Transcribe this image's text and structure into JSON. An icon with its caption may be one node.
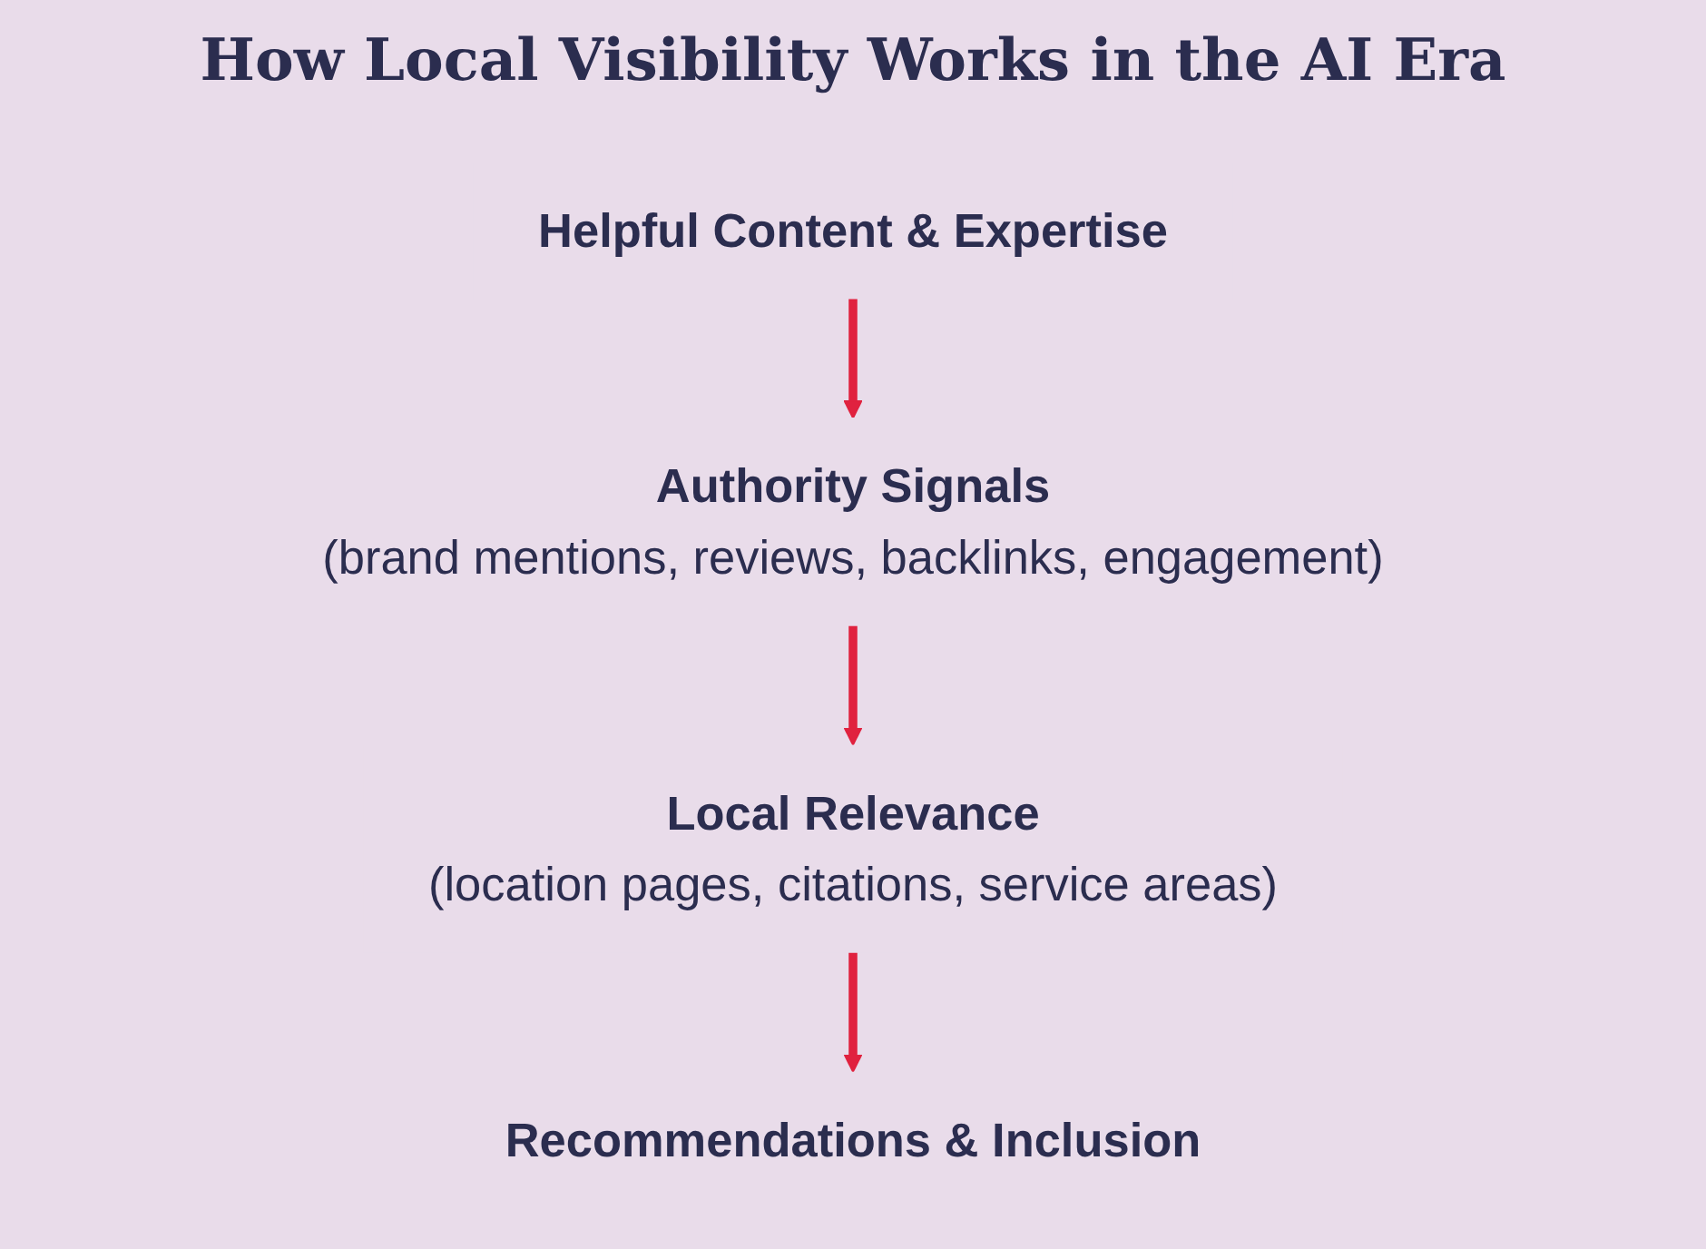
{
  "diagram": {
    "title": "How Local Visibility Works in the AI Era",
    "nodes": [
      {
        "text": [
          "Helpful Content & Expertise"
        ]
      },
      {
        "text": [
          "Authority Signals",
          "(brand mentions, reviews, backlinks, engagement)"
        ]
      },
      {
        "text": [
          "Local Relevance",
          "(location pages, citations, service areas)"
        ]
      },
      {
        "text": [
          "Recommendations & Inclusion"
        ]
      }
    ],
    "edges": [
      {
        "from": 0,
        "to": 1,
        "arrow": "to"
      },
      {
        "from": 1,
        "to": 2,
        "arrow": "to"
      },
      {
        "from": 2,
        "to": 3,
        "arrow": "to"
      }
    ]
  }
}
